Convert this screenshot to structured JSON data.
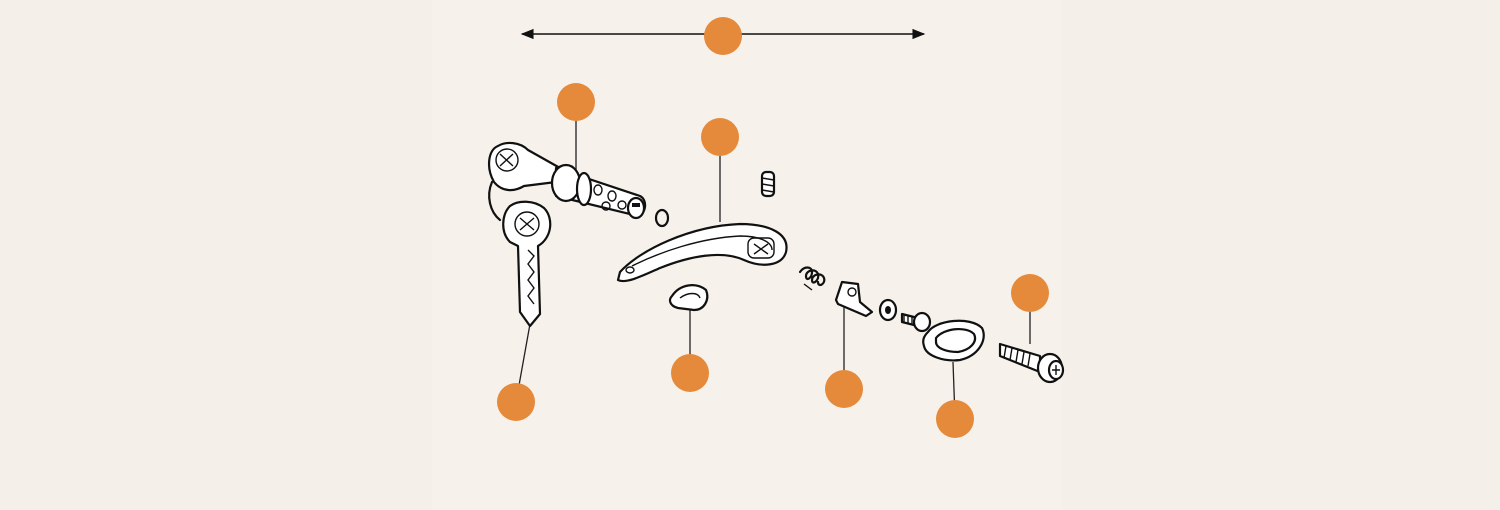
{
  "colors": {
    "marker": "#e5893a",
    "background": "#f4efe9",
    "ink": "#111111"
  },
  "callouts": [
    {
      "id": "overall-width",
      "label": ""
    },
    {
      "id": "lock-cylinder",
      "label": ""
    },
    {
      "id": "key",
      "label": ""
    },
    {
      "id": "handle",
      "label": ""
    },
    {
      "id": "handle-pad",
      "label": ""
    },
    {
      "id": "spring-bracket",
      "label": ""
    },
    {
      "id": "gasket",
      "label": ""
    },
    {
      "id": "screw",
      "label": ""
    }
  ]
}
